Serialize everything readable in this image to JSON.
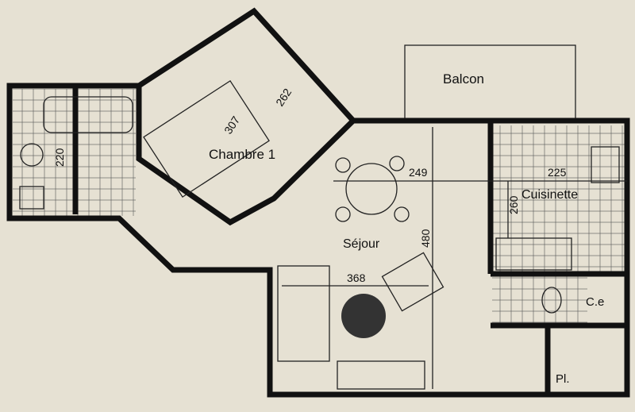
{
  "rooms": {
    "balcon": "Balcon",
    "chambre": "Chambre 1",
    "cuisinette": "Cuisinette",
    "sejour": "Séjour",
    "ce": "C.e",
    "placard": "Pl."
  },
  "dimensions": {
    "chambre_width": "307",
    "chambre_closet": "262",
    "bath": "220",
    "sejour_upper": "249",
    "cuisine_width": "225",
    "cuisine_depth": "260",
    "sejour_depth": "480",
    "sejour_width": "368"
  }
}
